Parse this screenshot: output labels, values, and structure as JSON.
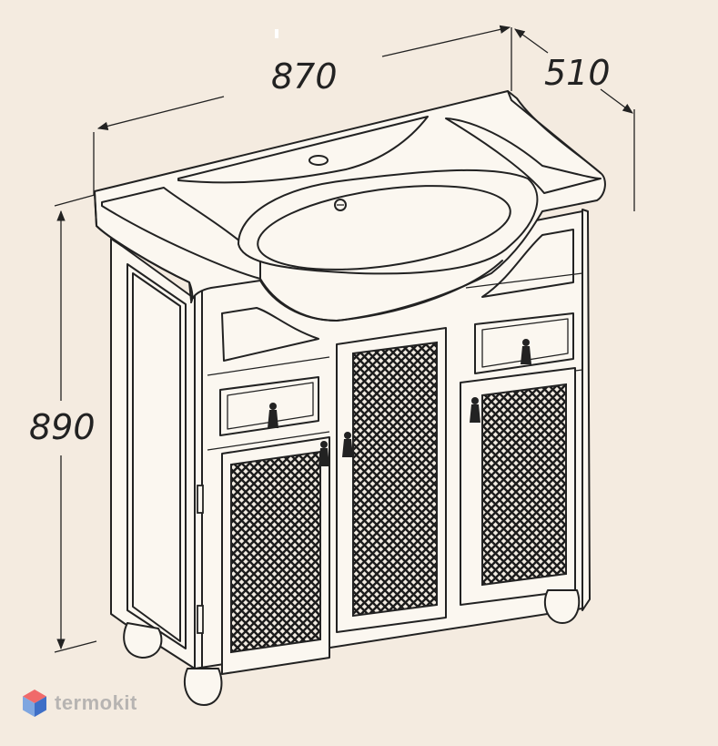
{
  "dimensions": {
    "width": "870",
    "depth": "510",
    "height": "890"
  },
  "brand": {
    "text": "termokit",
    "logo_icon": "hexagon-cube-icon",
    "colors": {
      "top": "#f06a6a",
      "left": "#7fa6e0",
      "right": "#3e6fc7",
      "text": "#b7b4b2"
    }
  },
  "colors": {
    "background": "#f4ebe0",
    "line": "#222222",
    "panel_fill": "#fbf7f0"
  }
}
